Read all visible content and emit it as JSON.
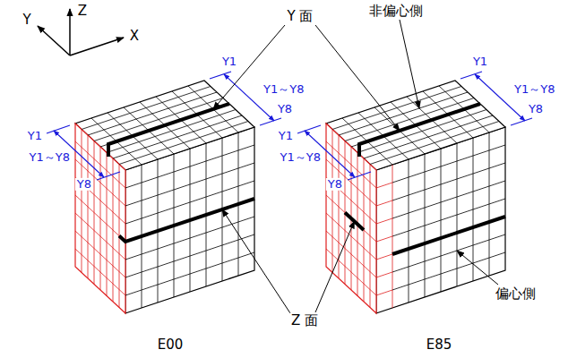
{
  "diagram": {
    "labels": [
      "Y",
      "Z",
      "X",
      "Y 面",
      "非偏心側",
      "Y1",
      "Y1～Y8",
      "Y8",
      "Y1",
      "Y1～Y8",
      "Y8",
      "Y1",
      "Y1～Y8",
      "Y8",
      "Y1",
      "Y1～Y8",
      "Y8",
      "Z 面",
      "偏心側",
      "E00",
      "E85"
    ]
  }
}
